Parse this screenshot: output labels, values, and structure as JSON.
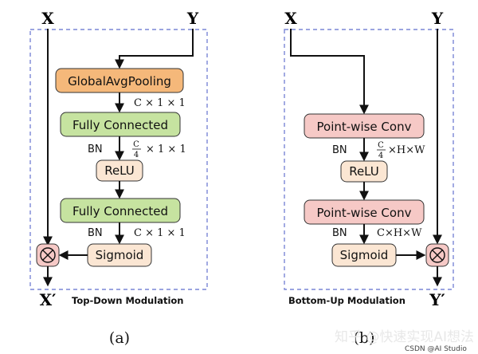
{
  "diagram_a": {
    "input_x": "X",
    "input_y": "Y",
    "output": "X′",
    "node_gap": "GlobalAvgPooling",
    "dim_1": "C × 1 × 1",
    "node_fc1": "Fully Connected",
    "bn_1": "BN",
    "dim_2_num": "C",
    "dim_2_den": "4",
    "dim_2_rest": "× 1 × 1",
    "node_relu": "ReLU",
    "node_fc2": "Fully Connected",
    "bn_2": "BN",
    "dim_3": "C × 1 × 1",
    "node_sigmoid": "Sigmoid",
    "caption": "Top-Down Modulation",
    "sublabel": "(a)"
  },
  "diagram_b": {
    "input_x": "X",
    "input_y": "Y",
    "output": "Y′",
    "node_pw1": "Point-wise Conv",
    "bn_1": "BN",
    "dim_1_num": "C",
    "dim_1_den": "4",
    "dim_1_rest": "×H×W",
    "node_relu": "ReLU",
    "node_pw2": "Point-wise Conv",
    "bn_2": "BN",
    "dim_2": "C×H×W",
    "node_sigmoid": "Sigmoid",
    "caption": "Bottom-Up Modulation",
    "sublabel": "(b)"
  },
  "watermark": {
    "text": "知乎 @快速实现AI想法",
    "credit": "CSDN @AI Studio"
  },
  "colors": {
    "gap_fill": "#f5b87a",
    "fc_fill": "#c6e3a0",
    "relu_fill": "#fbe6d3",
    "pw_fill": "#f6c9c6",
    "sigmoid_fill": "#fbe6d3",
    "mult_fill": "#f6c9c6",
    "dash": "#7a86d6"
  }
}
